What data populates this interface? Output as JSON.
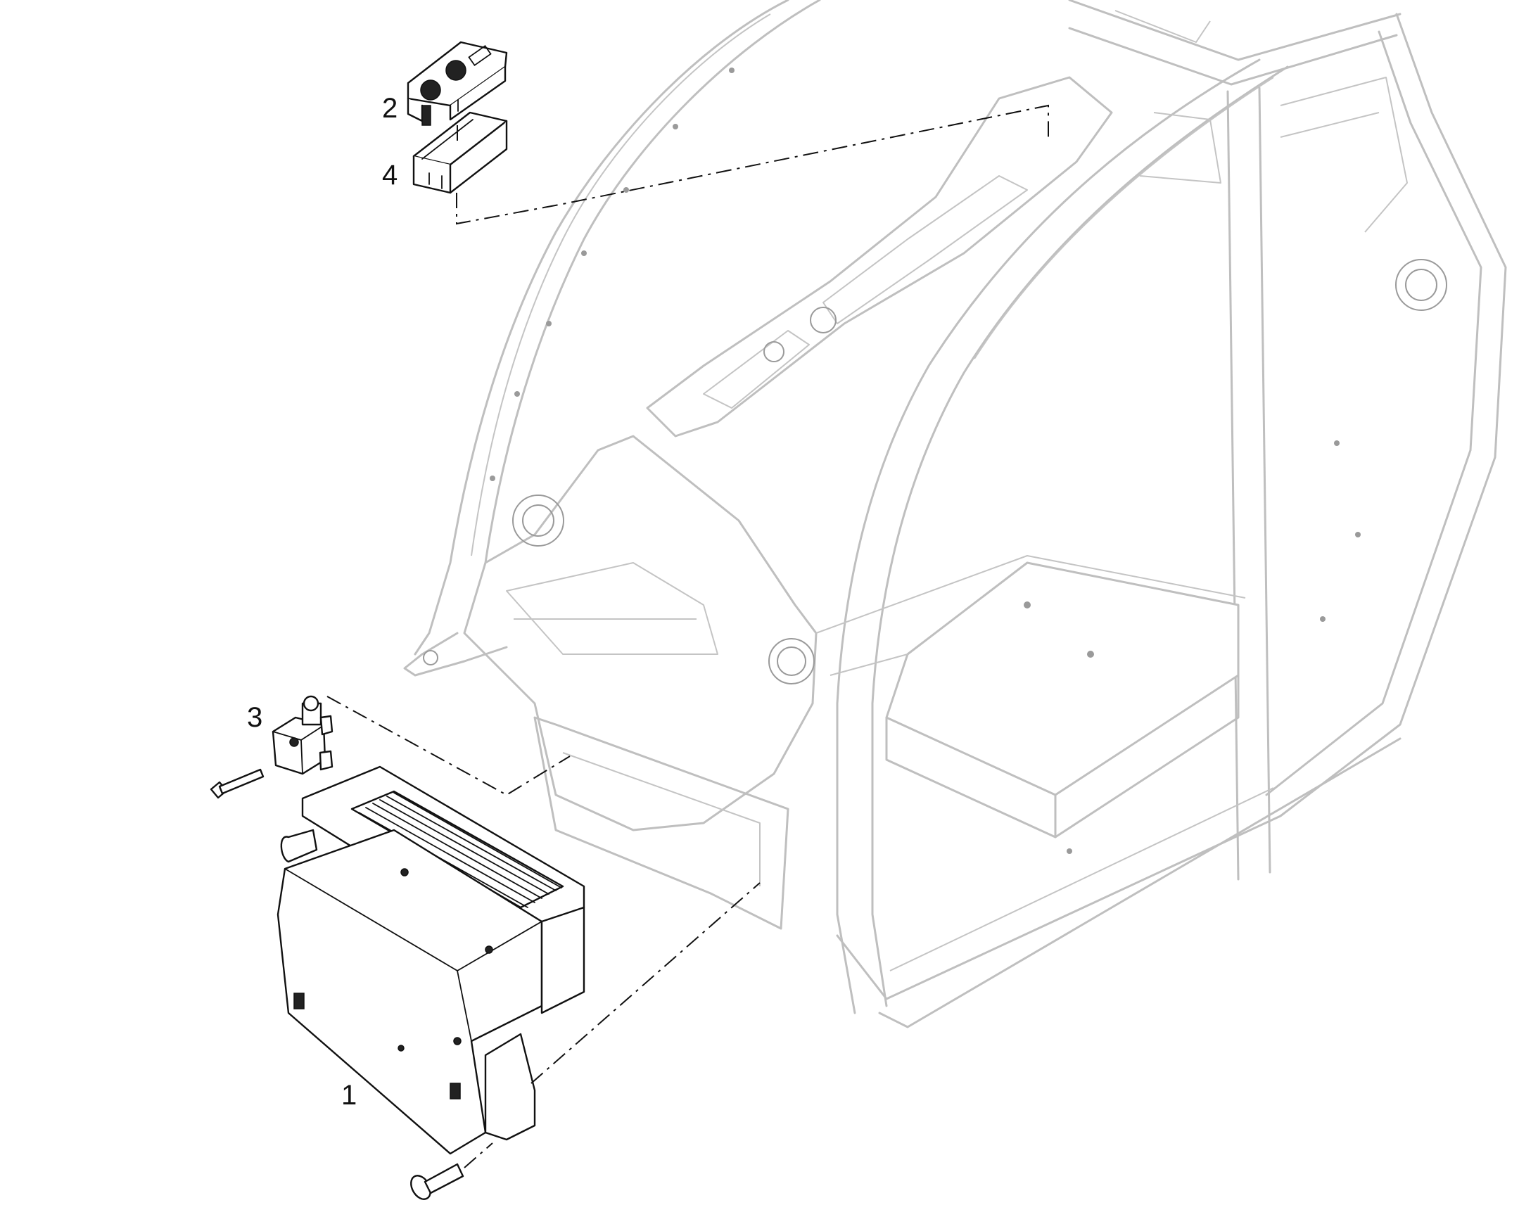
{
  "callouts": {
    "item1": "1",
    "item2": "2",
    "item3": "3",
    "item4": "4"
  },
  "colors": {
    "part_outline": "#111111",
    "cab_frame": "#bfbfbf",
    "background": "#ffffff"
  }
}
